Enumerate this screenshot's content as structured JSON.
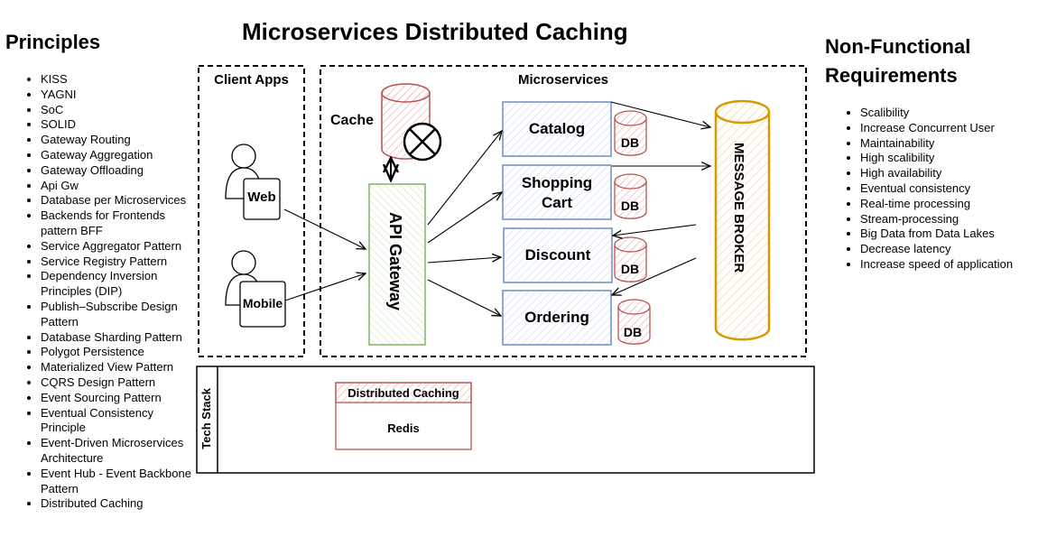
{
  "title": "Microservices Distributed Caching",
  "principles": {
    "heading": "Principles",
    "items": [
      "KISS",
      "YAGNI",
      "SoC",
      "SOLID",
      "Gateway Routing",
      "Gateway Aggregation",
      "Gateway Offloading",
      "Api Gw",
      "Database per Microservices",
      "Backends for Frontends pattern BFF",
      "Service Aggregator Pattern",
      "Service Registry Pattern",
      "Dependency Inversion Principles (DIP)",
      "Publish–Subscribe Design Pattern",
      "Database Sharding Pattern",
      "Polygot Persistence",
      "Materialized View Pattern",
      "CQRS Design Pattern",
      "Event Sourcing Pattern",
      "Eventual Consistency Principle",
      "Event-Driven Microservices Architecture",
      "Event Hub - Event Backbone Pattern",
      "Distributed Caching"
    ]
  },
  "nfr": {
    "heading": "Non-Functional Requirements",
    "items": [
      "Scalibility",
      "Increase Concurrent User",
      "Maintainability",
      "High scalibility",
      "High availability",
      "Eventual consistency",
      "Real-time processing",
      "Stream-processing",
      "Big Data from Data Lakes",
      "Decrease latency",
      "Increase speed of application"
    ]
  },
  "client_apps": {
    "label": "Client Apps",
    "web": "Web",
    "mobile": "Mobile"
  },
  "microservices": {
    "label": "Microservices",
    "cache": "Cache",
    "gateway": "API Gateway",
    "broker": "MESSAGE BROKER",
    "db": "DB",
    "services": [
      "Catalog",
      "Shopping Cart",
      "Discount",
      "Ordering"
    ]
  },
  "tech_stack": {
    "label": "Tech Stack",
    "box_title": "Distributed Caching",
    "box_value": "Redis"
  },
  "colors": {
    "service": "#6c8ebf",
    "db": "#b85450",
    "gateway": "#82b366",
    "broker": "#d79b00"
  }
}
